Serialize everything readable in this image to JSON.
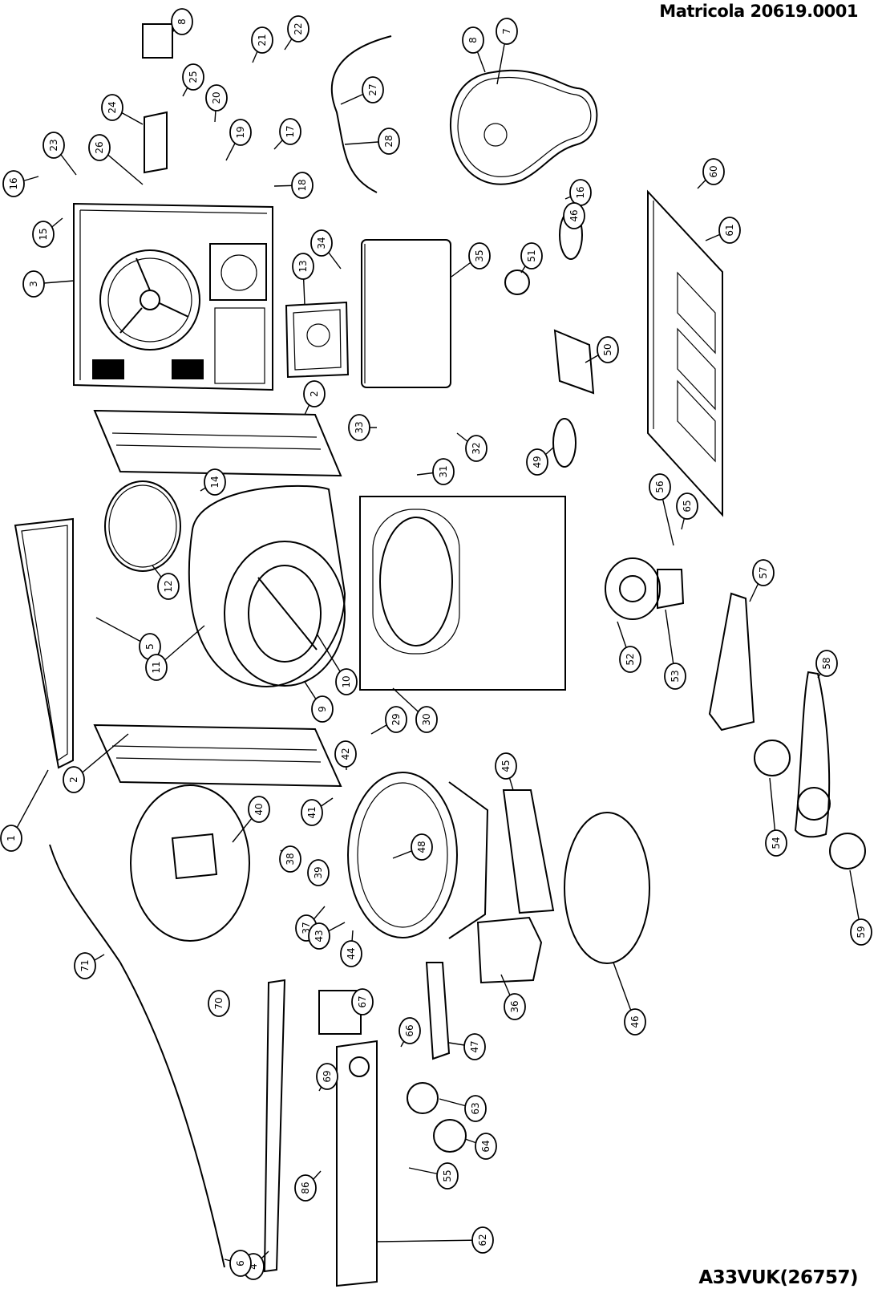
{
  "header": {
    "serial": "Matricola 20619.0001",
    "model": "A33VUK(26757)"
  },
  "callouts": [
    "1",
    "2",
    "2",
    "3",
    "4",
    "5",
    "6",
    "7",
    "8",
    "8",
    "9",
    "10",
    "11",
    "12",
    "13",
    "14",
    "15",
    "16",
    "16",
    "17",
    "18",
    "19",
    "20",
    "21",
    "22",
    "23",
    "24",
    "25",
    "26",
    "27",
    "28",
    "29",
    "30",
    "31",
    "32",
    "33",
    "34",
    "35",
    "36",
    "37",
    "38",
    "39",
    "40",
    "41",
    "42",
    "43",
    "44",
    "45",
    "46",
    "46",
    "47",
    "48",
    "49",
    "50",
    "51",
    "52",
    "53",
    "54",
    "55",
    "56",
    "57",
    "58",
    "59",
    "60",
    "61",
    "62",
    "63",
    "64",
    "65",
    "66",
    "67",
    "69",
    "70",
    "71",
    "86",
    "86"
  ]
}
